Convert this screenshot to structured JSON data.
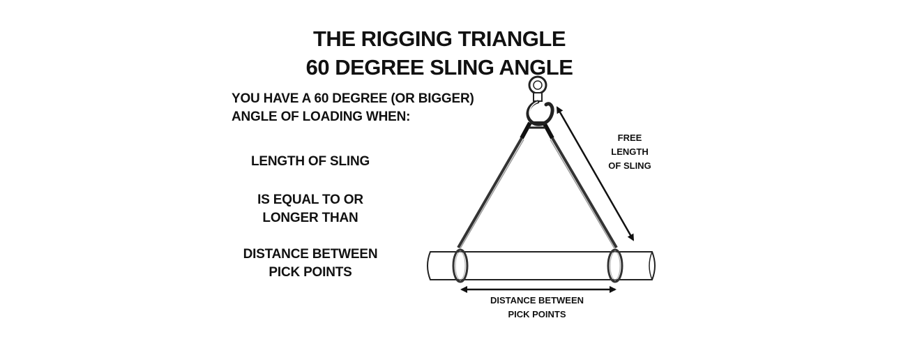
{
  "title": {
    "line1": "THE RIGGING TRIANGLE",
    "line2": "60 DEGREE SLING ANGLE"
  },
  "intro": {
    "line1": "YOU HAVE A 60 DEGREE (OR BIGGER)",
    "line2": "ANGLE OF LOADING WHEN:"
  },
  "conditions": {
    "first": "LENGTH OF SLING",
    "second_line1": "IS EQUAL TO OR",
    "second_line2": "LONGER THAN",
    "third_line1": "DISTANCE BETWEEN",
    "third_line2": "PICK POINTS"
  },
  "diagram_labels": {
    "free_length_line1": "FREE",
    "free_length_line2": "LENGTH",
    "free_length_line3": "OF SLING",
    "distance_line1": "DISTANCE BETWEEN",
    "distance_line2": "PICK POINTS"
  }
}
